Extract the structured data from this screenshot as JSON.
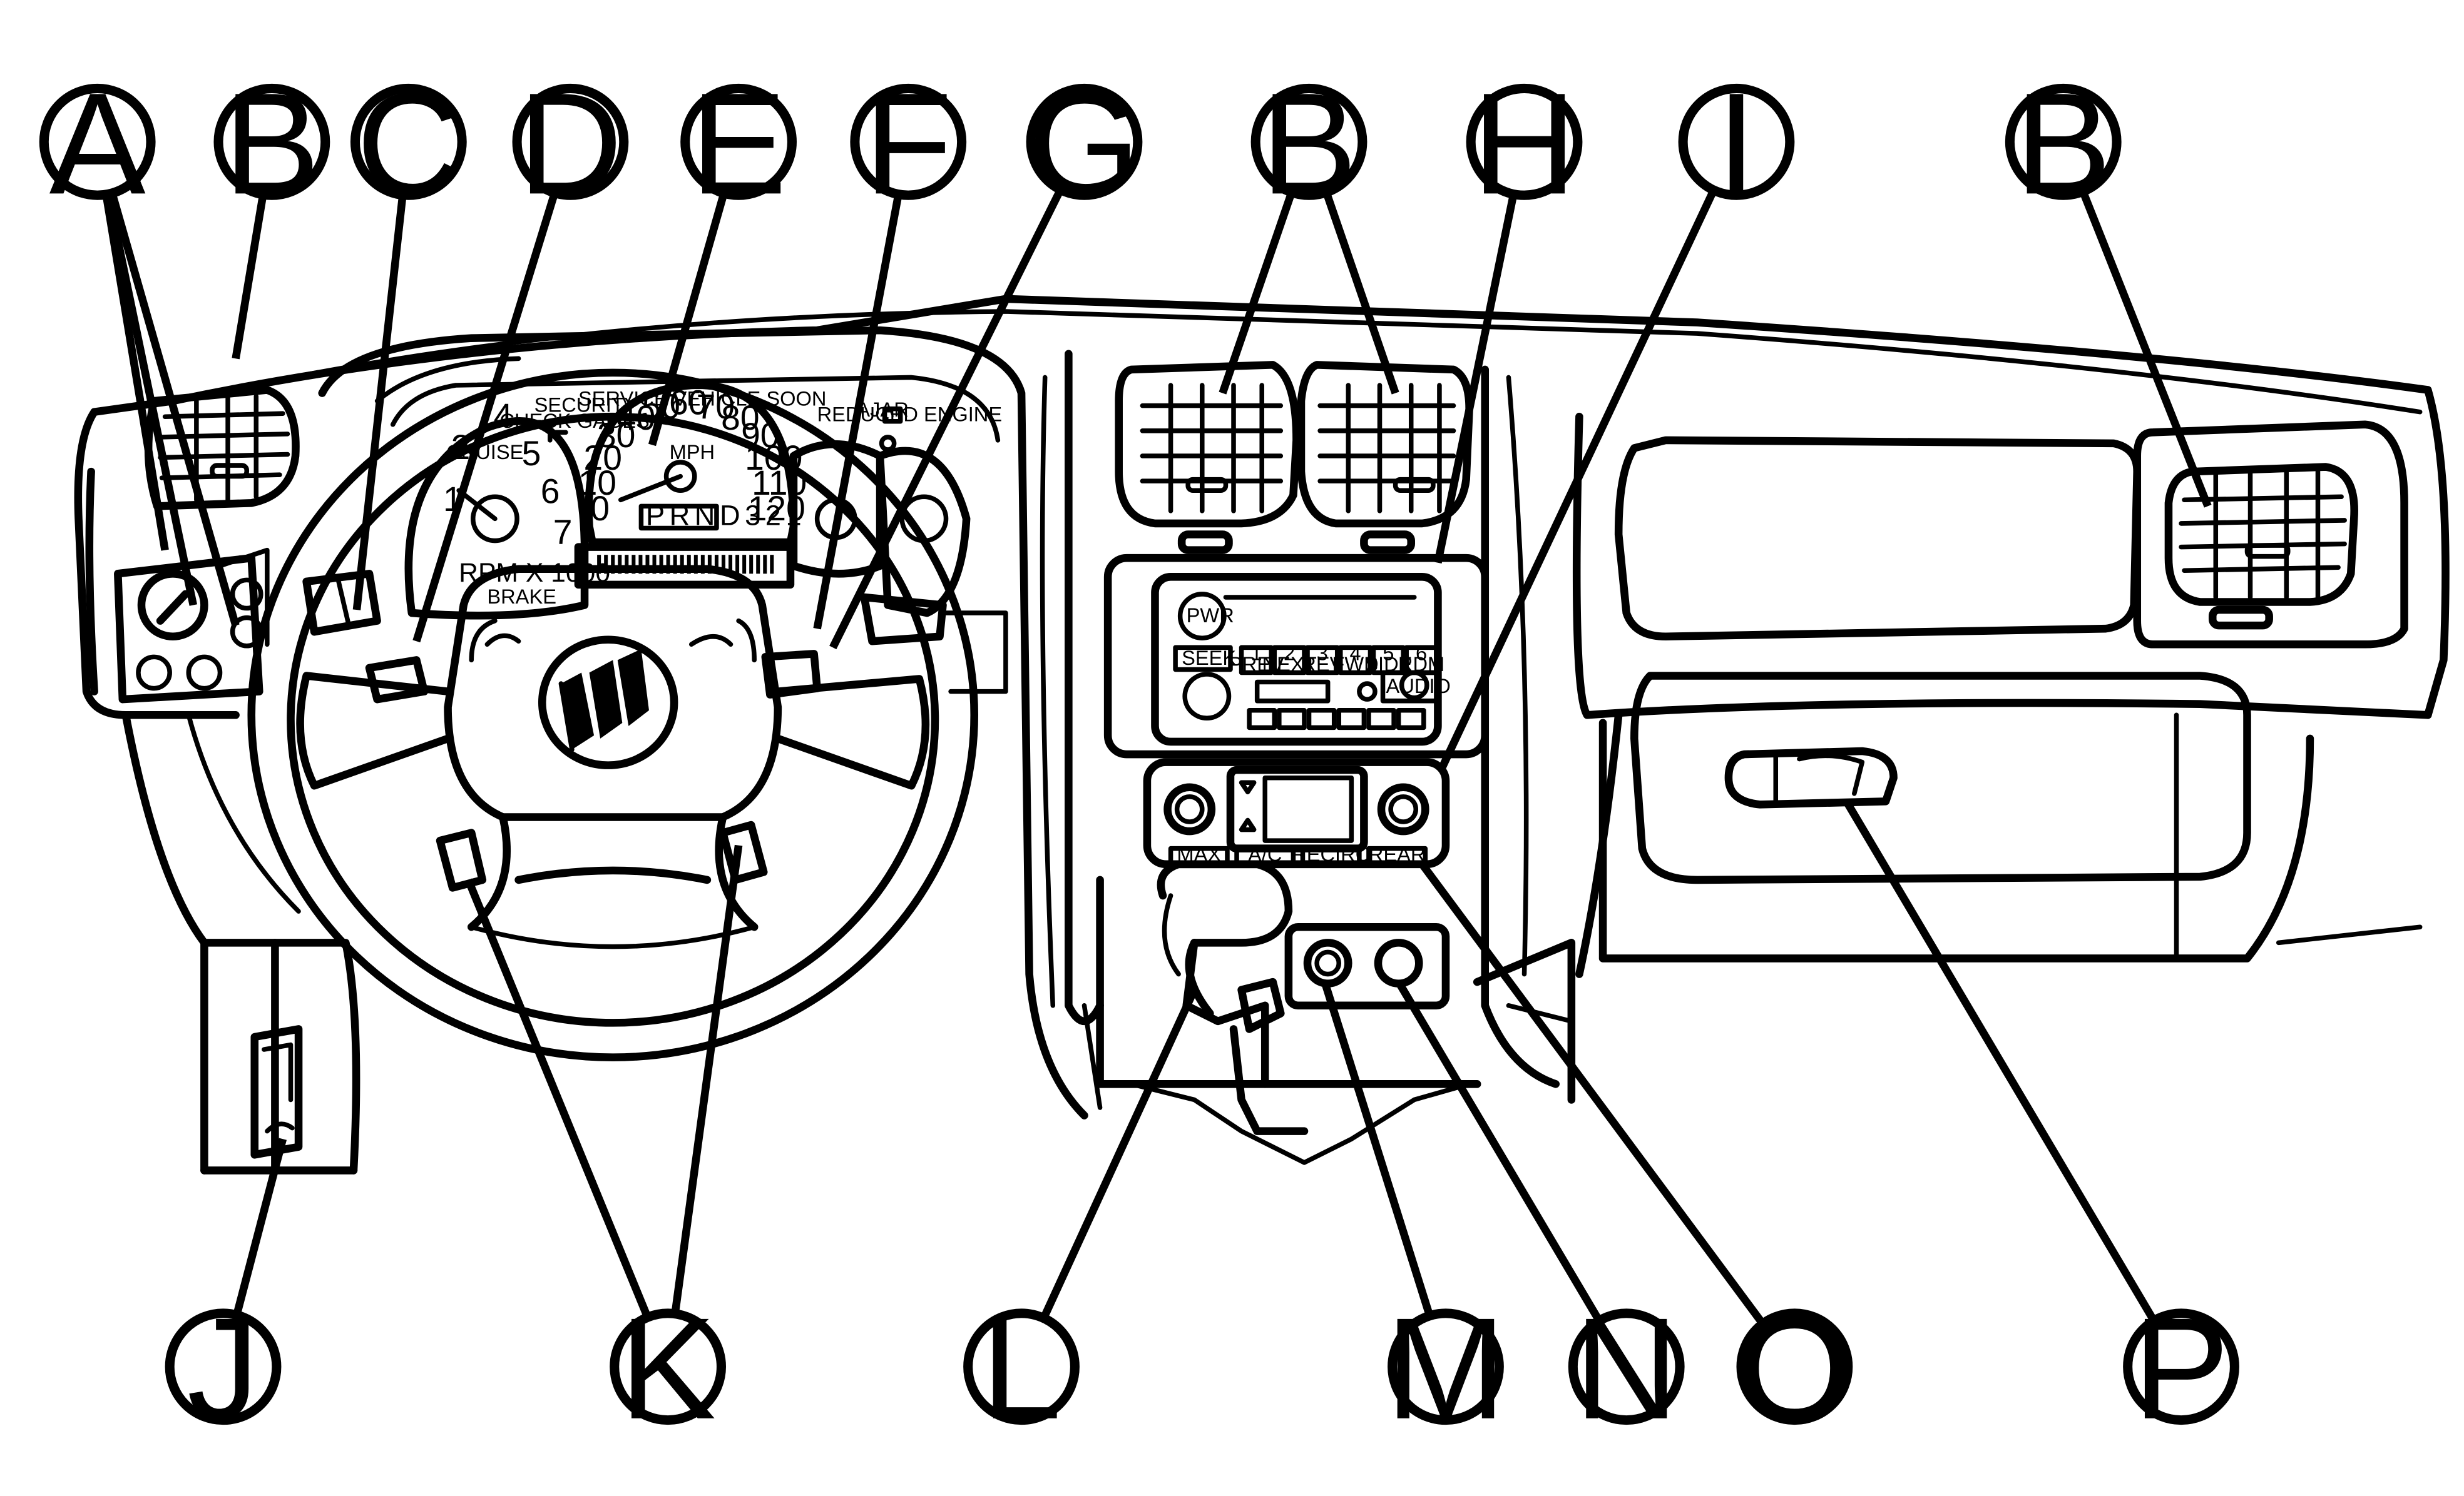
{
  "callouts": [
    {
      "id": "A",
      "label": "A"
    },
    {
      "id": "B1",
      "label": "B"
    },
    {
      "id": "C",
      "label": "C"
    },
    {
      "id": "D",
      "label": "D"
    },
    {
      "id": "E",
      "label": "E"
    },
    {
      "id": "F",
      "label": "F"
    },
    {
      "id": "G",
      "label": "G"
    },
    {
      "id": "B2",
      "label": "B"
    },
    {
      "id": "H",
      "label": "H"
    },
    {
      "id": "I",
      "label": "I"
    },
    {
      "id": "B3",
      "label": "B"
    },
    {
      "id": "J",
      "label": "J"
    },
    {
      "id": "K",
      "label": "K"
    },
    {
      "id": "L",
      "label": "L"
    },
    {
      "id": "M",
      "label": "M"
    },
    {
      "id": "N",
      "label": "N"
    },
    {
      "id": "O",
      "label": "O"
    },
    {
      "id": "P",
      "label": "P"
    }
  ],
  "cluster": {
    "speedo_ticks": [
      "0",
      "10",
      "20",
      "30",
      "40",
      "50",
      "60",
      "70",
      "80",
      "90",
      "100",
      "110",
      "120"
    ],
    "speedo_unit": "MPH",
    "prnd": "PRND321",
    "tach_ticks": [
      "1",
      "2",
      "4",
      "5",
      "6",
      "7"
    ],
    "tach_unit": "RPM X 1000",
    "lamp_cruise": "CRUISE",
    "lamp_check": "CHECK GAGES",
    "lamp_security": "SECURITY",
    "lamp_service": "SERVICE VEHICLE SOON",
    "lamp_brake": "BRAKE",
    "lamp_reduced": "REDUCED ENGINE",
    "lamp_ajar": "AJAR"
  },
  "radio": {
    "presets": [
      "1",
      "2",
      "3",
      "4",
      "5",
      "6"
    ],
    "preset_sub": [
      "PREV",
      "NEXT",
      "REV",
      "FWD",
      "SIDE",
      "RDM"
    ],
    "seek": "SEEK",
    "audio": "AUDIO",
    "pwr": "PWR"
  },
  "climate": {
    "buttons": [
      "MAX",
      "A/C",
      "RECIRC",
      "REAR"
    ]
  }
}
